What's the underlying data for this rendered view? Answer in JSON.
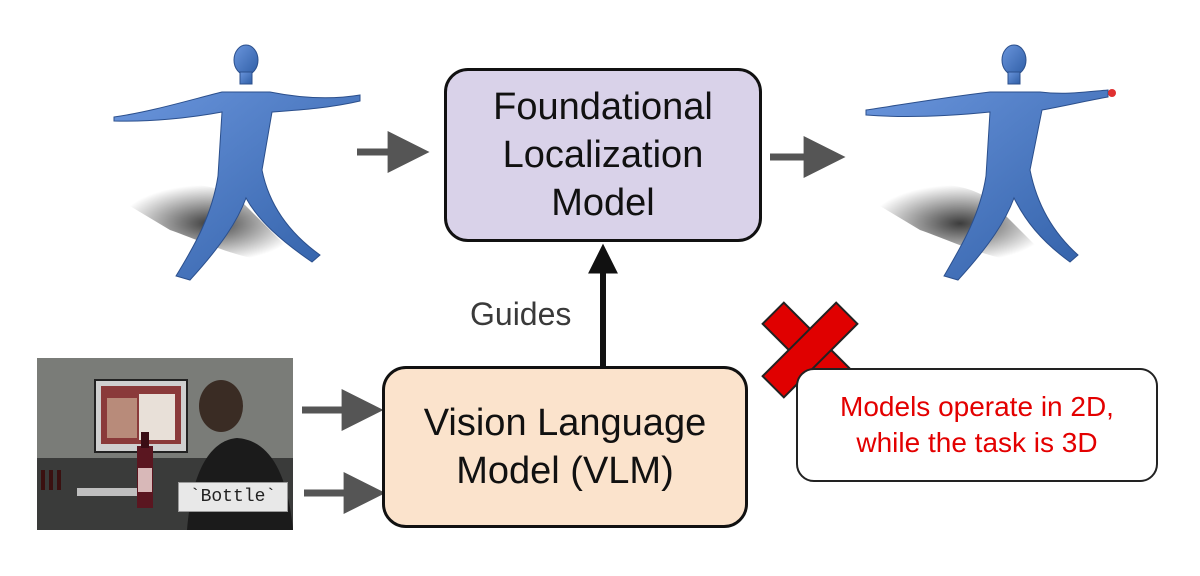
{
  "flm_box": {
    "line1": "Foundational",
    "line2": "Localization",
    "line3": "Model"
  },
  "vlm_box": {
    "line1": "Vision Language",
    "line2": "Model (VLM)"
  },
  "guides_label": "Guides",
  "note": {
    "line1": "Models operate in 2D,",
    "line2": "while the task is 3D"
  },
  "prompt_tag": "`Bottle`",
  "colors": {
    "flm_fill": "#d9d2e9",
    "vlm_fill": "#fbe3cc",
    "note_text": "#e30000",
    "cross": "#e00000",
    "mesh": "#4a78c2",
    "arrow_gray": "#555555",
    "highlight": "#e03030"
  },
  "icons": [
    "human-mesh-icon",
    "cross-icon",
    "arrow-icon"
  ]
}
